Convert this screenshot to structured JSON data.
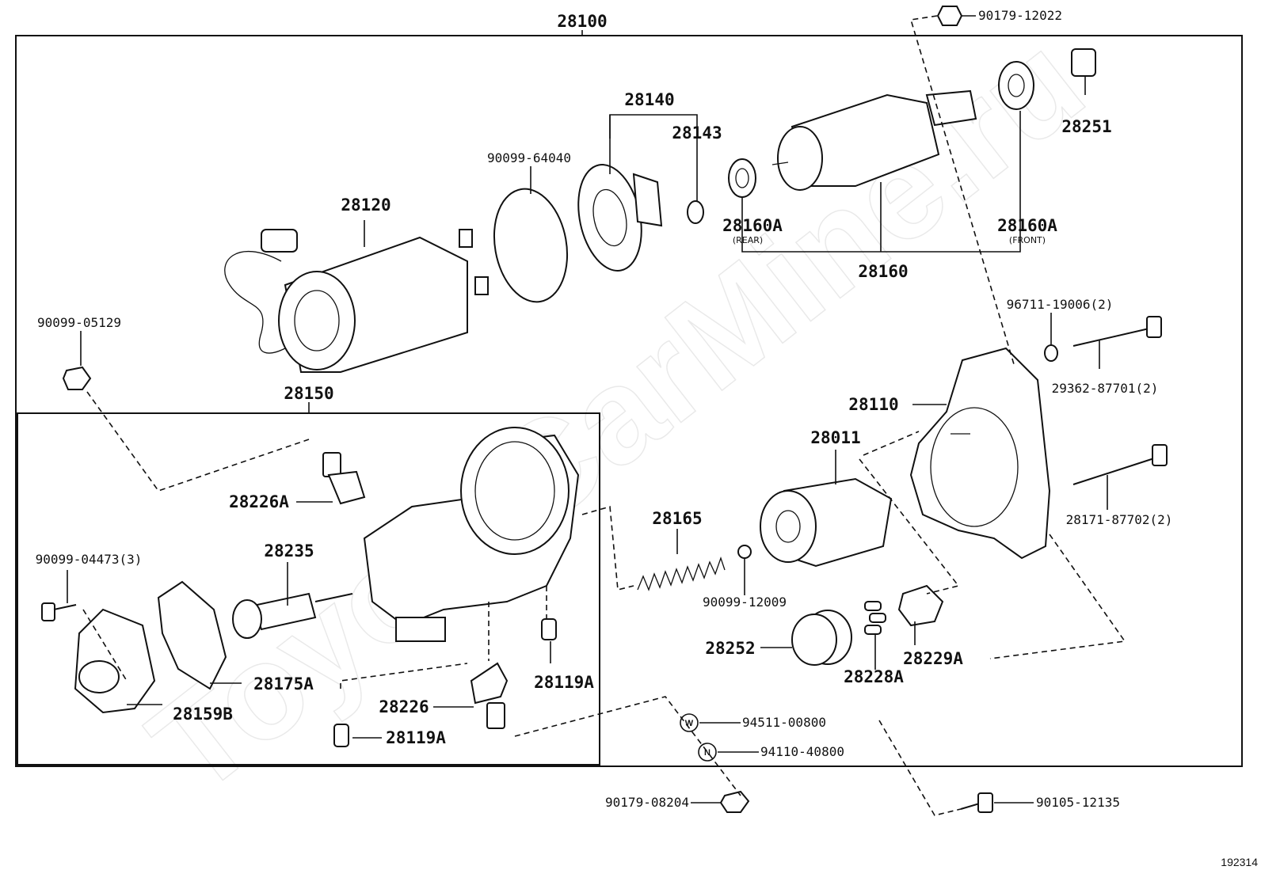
{
  "watermark": "ToyotaCarMine.ru",
  "diagram_id": "192314",
  "labels": {
    "assy_28100": "28100",
    "nut_90179_12022": "90179-12022",
    "retainer_28140": "28140",
    "bearing_28143": "28143",
    "ring_90099_64040": "90099-64040",
    "pinion_28251": "28251",
    "yoke_28120": "28120",
    "bearing_rear_28160A": "28160A",
    "bearing_rear_note": "(REAR)",
    "bearing_front_28160A": "28160A",
    "bearing_front_note": "(FRONT)",
    "armature_28160": "28160",
    "washer_96711": "96711-19006(2)",
    "nut_90099_05129": "90099-05129",
    "bolt_29362": "29362-87701(2)",
    "housing_28110": "28110",
    "switch_28150": "28150",
    "clutch_28011": "28011",
    "terminal_28226A": "28226A",
    "spring_28165": "28165",
    "bolt_28171": "28171-87702(2)",
    "plunger_28235": "28235",
    "screw_90099_04473": "90099-04473(3)",
    "ball_90099_12009": "90099-12009",
    "gear_28252": "28252",
    "retainer_28229A": "28229A",
    "gasket_28175A": "28175A",
    "boot_28119A_upper": "28119A",
    "roller_28228A": "28228A",
    "terminal_28226": "28226",
    "cover_28159B": "28159B",
    "washer_94511": "94511-00800",
    "boot_28119A_lower": "28119A",
    "nut_94110": "94110-40800",
    "nut_90179_08204": "90179-08204",
    "bolt_90105": "90105-12135",
    "badge_w": "W",
    "badge_n": "N"
  }
}
